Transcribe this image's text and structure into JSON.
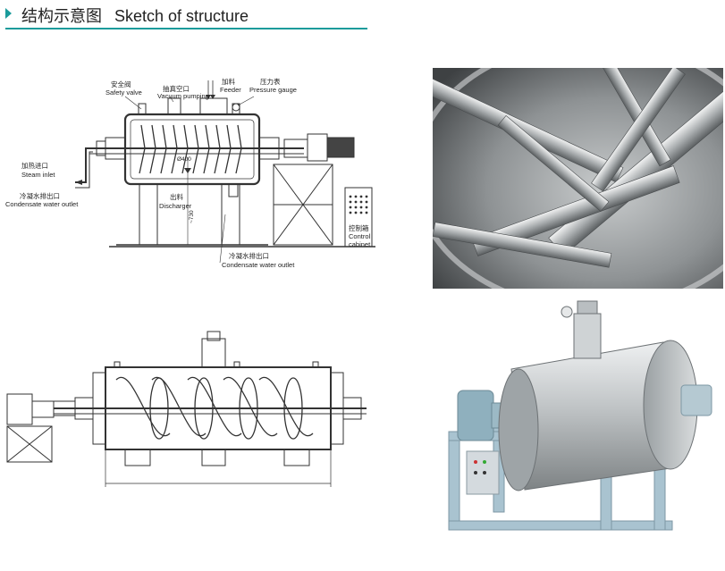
{
  "header": {
    "title_cn": "结构示意图",
    "title_en": "Sketch of structure"
  },
  "diagram_top": {
    "labels": {
      "safety_cn": "安全阀",
      "safety_en": "Safety valve",
      "vacuum_cn": "抽真空口",
      "vacuum_en": "Vacuum pumping",
      "feeder_cn": "加料",
      "feeder_en": "Feeder",
      "pressure_cn": "压力表",
      "pressure_en": "Pressure gauge",
      "steam_cn": "加热进口",
      "steam_en": "Steam inlet",
      "cond_in_cn": "冷凝水排出口",
      "cond_in_en": "Condensate water outlet",
      "discharger_cn": "出料",
      "discharger_en": "Discharger",
      "control_cn": "控制箱",
      "control_en1": "Control",
      "control_en2": "cabinet",
      "cond_out_cn": "冷凝水排出口",
      "cond_out_en": "Condensate water outlet",
      "dim_h": "~730",
      "dim_d": "Ø400"
    }
  },
  "colors": {
    "accent": "#1a9b9b",
    "line": "#333333",
    "steel": "#b8bcc0",
    "frame": "#a9c3d0"
  }
}
